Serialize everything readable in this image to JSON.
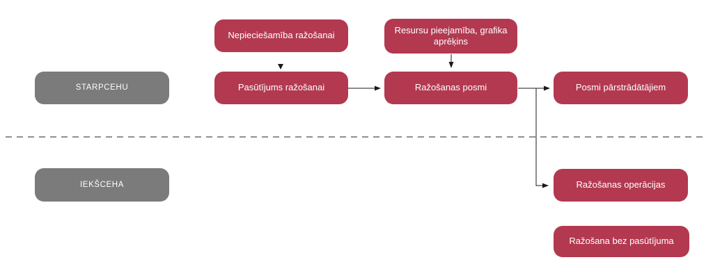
{
  "colors": {
    "node_fill": "#B23950",
    "lane_fill": "#7B7B7B",
    "text": "#FFFFFF",
    "arrow": "#1A1A1A",
    "divider": "#909090"
  },
  "lanes": [
    {
      "id": "starpcehu",
      "label": "STARPCEHU"
    },
    {
      "id": "ieksceha",
      "label": "IEKŠCEHA"
    }
  ],
  "nodes": {
    "need": {
      "label": "Nepieciešamība ražošanai"
    },
    "resources": {
      "label": "Resursu pieejamība, grafika aprēķins"
    },
    "order": {
      "label": "Pasūtījums ražošanai"
    },
    "stages": {
      "label": "Ražošanas posmi"
    },
    "processors": {
      "label": "Posmi pārstrādātājiem"
    },
    "operations": {
      "label": "Ražošanas operācijas"
    },
    "no_order": {
      "label": "Ražošana bez pasūtījuma"
    }
  },
  "edges": [
    {
      "from": "need",
      "to": "order"
    },
    {
      "from": "resources",
      "to": "stages"
    },
    {
      "from": "order",
      "to": "stages"
    },
    {
      "from": "stages",
      "to": "processors"
    },
    {
      "from": "stages",
      "to": "operations"
    }
  ]
}
